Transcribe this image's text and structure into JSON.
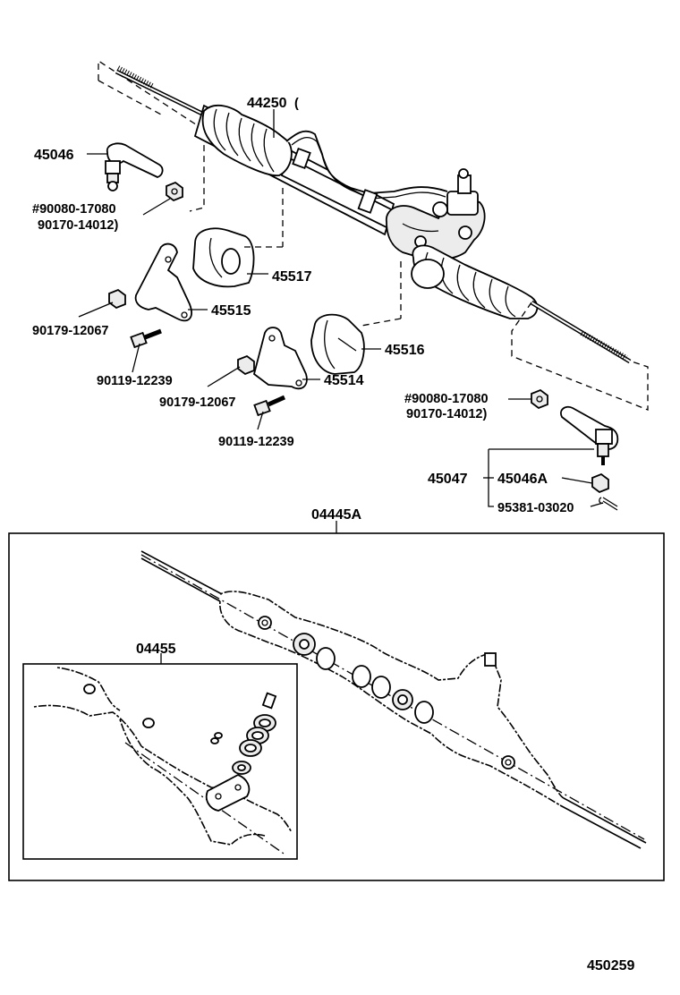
{
  "labels": {
    "rack_assembly": "44250",
    "tie_rod_end_left": "45046",
    "nut_left_1": "#90080-17080",
    "nut_left_2": "90170-14012)",
    "grommet_upper": "45517",
    "bracket_upper": "45515",
    "nut_upper": "90179-12067",
    "bolt_upper": "90119-12239",
    "grommet_lower": "45516",
    "bracket_lower": "45514",
    "nut_lower": "90179-12067",
    "bolt_lower": "90119-12239",
    "nut_right_1": "#90080-17080",
    "nut_right_2": "90170-14012)",
    "tie_rod_end_right": "45047",
    "tie_rod_end_sub": "45046A",
    "cotter_pin": "95381-03020",
    "gasket_kit": "04445A",
    "sub_kit": "04455",
    "drawing_number": "450259"
  }
}
